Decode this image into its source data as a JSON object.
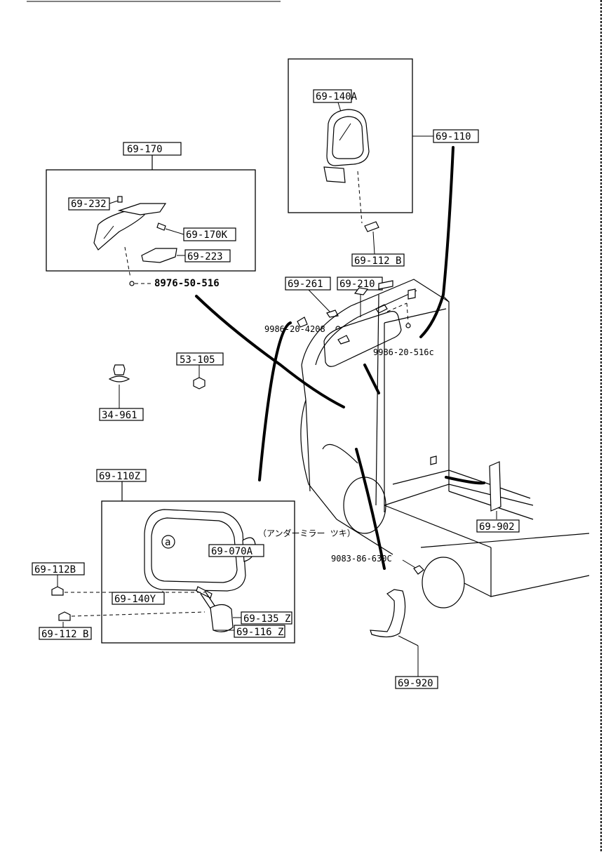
{
  "diagram": {
    "labels": {
      "p69_170": "69-170",
      "p69_232": "69-232",
      "p69_170K": "69-170K",
      "p69_223": "69-223",
      "p8976": "8976-50-516",
      "p69_140A": "69-140A",
      "p69_110": "69-110",
      "p69_112B_top": "69-112 B",
      "p69_261": "69-261",
      "p69_210": "69-210",
      "p9986_208": "9986-20-4208",
      "p9986_516": "9986-20-516c",
      "p53_105": "53-105",
      "p34_961": "34-961",
      "p69_110Z": "69-110Z",
      "p69_070A": "69-070A",
      "jp_note": "（アンダーミラー ツキ）",
      "circle_a": "a",
      "p69_140Y": "69-140Y",
      "p69_112B_a": "69-112B",
      "p69_112B_b": "69-112 B",
      "p69_135Z": "69-135 Z",
      "p69_116Z": "69-116 Z",
      "p69_902": "69-902",
      "p9083": "9083-86-630C",
      "p69_920": "69-920"
    }
  }
}
